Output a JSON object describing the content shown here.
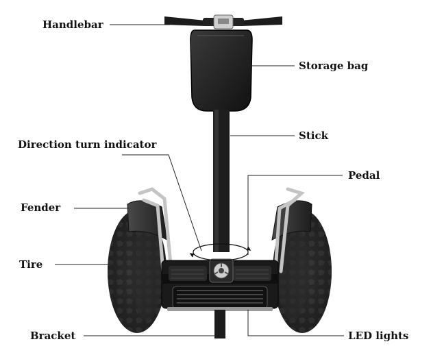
{
  "labels": {
    "handlebar": "Handlebar",
    "storage_bag": "Storage bag",
    "stick": "Stick",
    "direction_turn_indicator": "Direction turn indicator",
    "pedal": "Pedal",
    "fender": "Fender",
    "tire": "Tire",
    "bracket": "Bracket",
    "led_lights": "LED lights"
  },
  "colors": {
    "leader_line": "#222222",
    "body_dark": "#1b1b1b",
    "chrome": "#c8c8c8",
    "tire": "#232323"
  }
}
